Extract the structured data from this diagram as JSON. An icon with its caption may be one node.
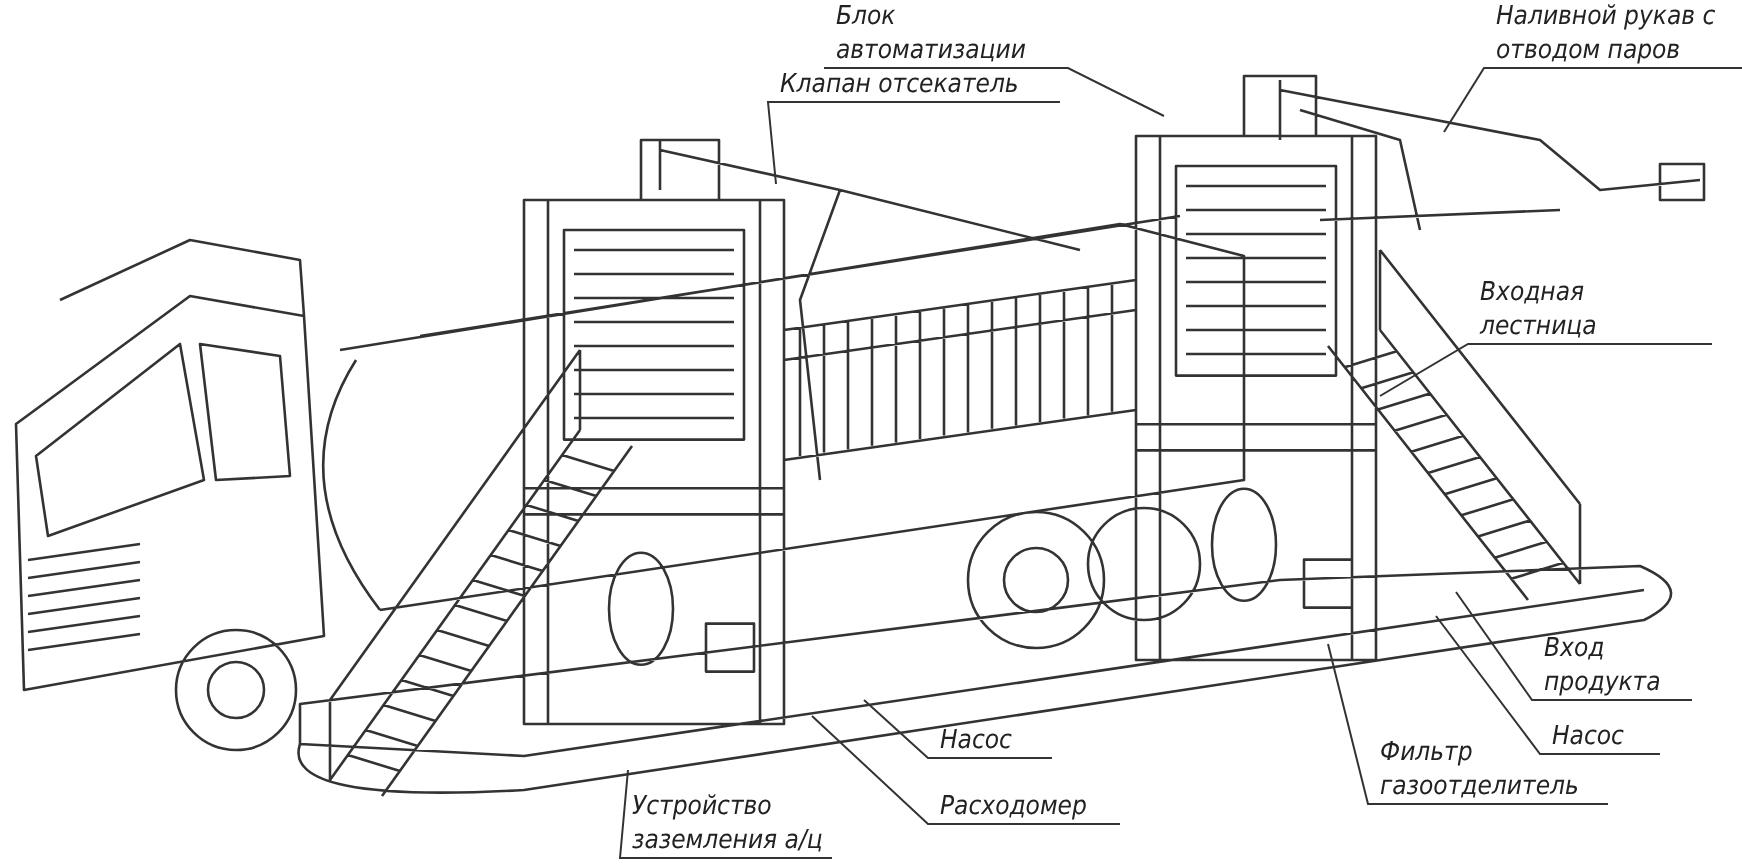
{
  "diagram": {
    "nodes": [
      {
        "text": [
          "Блок автоматизации"
        ]
      },
      {
        "text": [
          "Клапан отсекатель"
        ]
      },
      {
        "text": [
          "Наливной рукав с отводом паров"
        ]
      },
      {
        "text": [
          "Входная лестница"
        ]
      },
      {
        "text": [
          "Вход продукта"
        ]
      },
      {
        "text": [
          "Насос"
        ]
      },
      {
        "text": [
          "Фильтр газоотделитель"
        ]
      },
      {
        "text": [
          "Насос"
        ]
      },
      {
        "text": [
          "Расходомер"
        ]
      },
      {
        "text": [
          "Устройство заземления а/ц"
        ]
      }
    ],
    "edges": [
      {
        "from": 0,
        "to": null,
        "arrow": "none"
      },
      {
        "from": 1,
        "to": null,
        "arrow": "none"
      },
      {
        "from": 2,
        "to": null,
        "arrow": "none"
      },
      {
        "from": 3,
        "to": null,
        "arrow": "none"
      },
      {
        "from": 4,
        "to": null,
        "arrow": "none"
      },
      {
        "from": 5,
        "to": null,
        "arrow": "none"
      },
      {
        "from": 6,
        "to": null,
        "arrow": "none"
      },
      {
        "from": 7,
        "to": null,
        "arrow": "none"
      },
      {
        "from": 8,
        "to": null,
        "arrow": "none"
      },
      {
        "from": 9,
        "to": null,
        "arrow": "none"
      }
    ]
  }
}
